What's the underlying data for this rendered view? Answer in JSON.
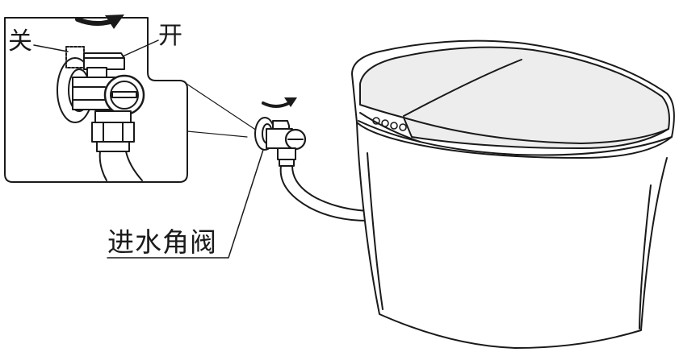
{
  "labels": {
    "close": "关",
    "open": "开",
    "valve": "进水角阀"
  },
  "icons": {
    "rotation_arrow_large": "curved-arrow-icon",
    "rotation_arrow_small": "curved-arrow-icon"
  },
  "colors": {
    "line": "#1a1a1a",
    "background": "#ffffff",
    "lid_fill": "#ededed"
  }
}
